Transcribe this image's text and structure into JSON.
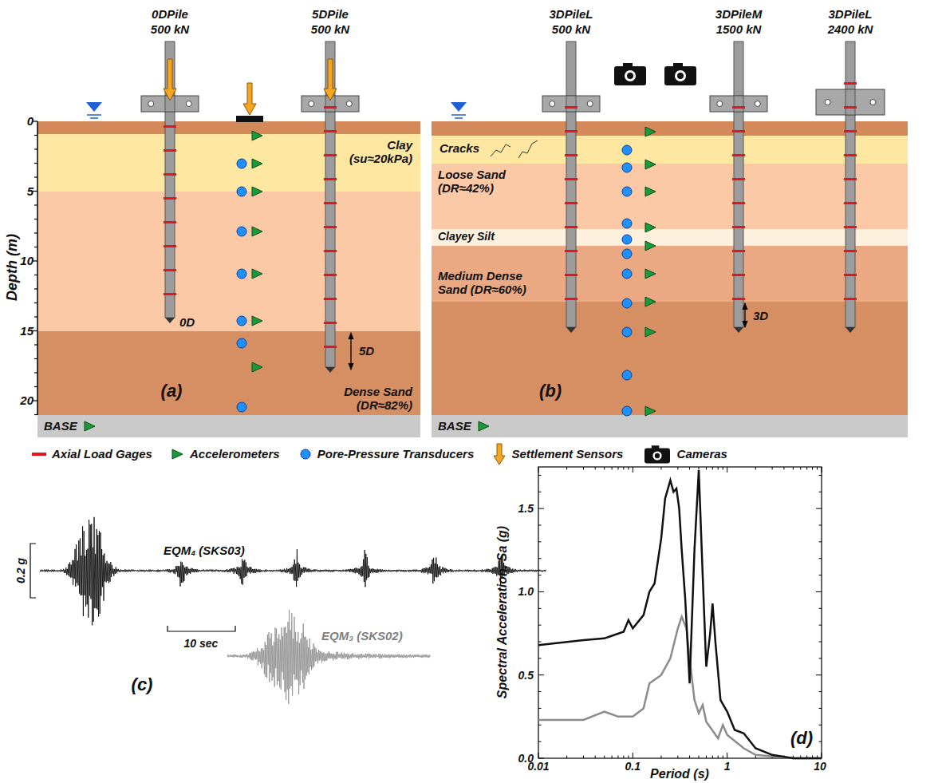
{
  "diagram": {
    "nodes": [
      {
        "text": [
          "Clay (su≈20kPa)"
        ]
      },
      {
        "text": [
          "Dense Sand (DR≈82%)"
        ]
      },
      {
        "text": [
          "BASE"
        ]
      },
      {
        "text": [
          "Cracks"
        ]
      },
      {
        "text": [
          "Loose Sand (DR≈42%)"
        ]
      },
      {
        "text": [
          "Clayey Silt"
        ]
      },
      {
        "text": [
          "Medium Dense Sand (DR≈60%)"
        ]
      },
      {
        "text": [
          "BASE"
        ]
      }
    ],
    "labels": [
      "0DPile",
      "500 kN",
      "5DPile",
      "500 kN",
      "3DPileL",
      "500 kN",
      "3DPileM",
      "1500 kN",
      "3DPileL",
      "2400 kN",
      "0",
      "5",
      "10",
      "15",
      "20",
      "Depth (m)",
      "0D",
      "5D",
      "3D",
      "(a)",
      "(b)",
      "(c)",
      "(d)",
      "EQM₄ (SKS03)",
      "EQM₃ (SKS02)",
      "0.2 g",
      "10 sec",
      "Spectral Acceleration, Sa (g)",
      "Period (s)",
      "0.0",
      "0.5",
      "1.0",
      "1.5",
      "0.01",
      "0.1",
      "1",
      "10"
    ],
    "legend": [
      {
        "text": "Axial Load Gages",
        "color": "#e3161d"
      },
      {
        "text": "Accelerometers"
      },
      {
        "text": "Pore-Pressure Transducers"
      },
      {
        "text": "Settlement Sensors"
      },
      {
        "text": "Cameras"
      }
    ]
  }
}
